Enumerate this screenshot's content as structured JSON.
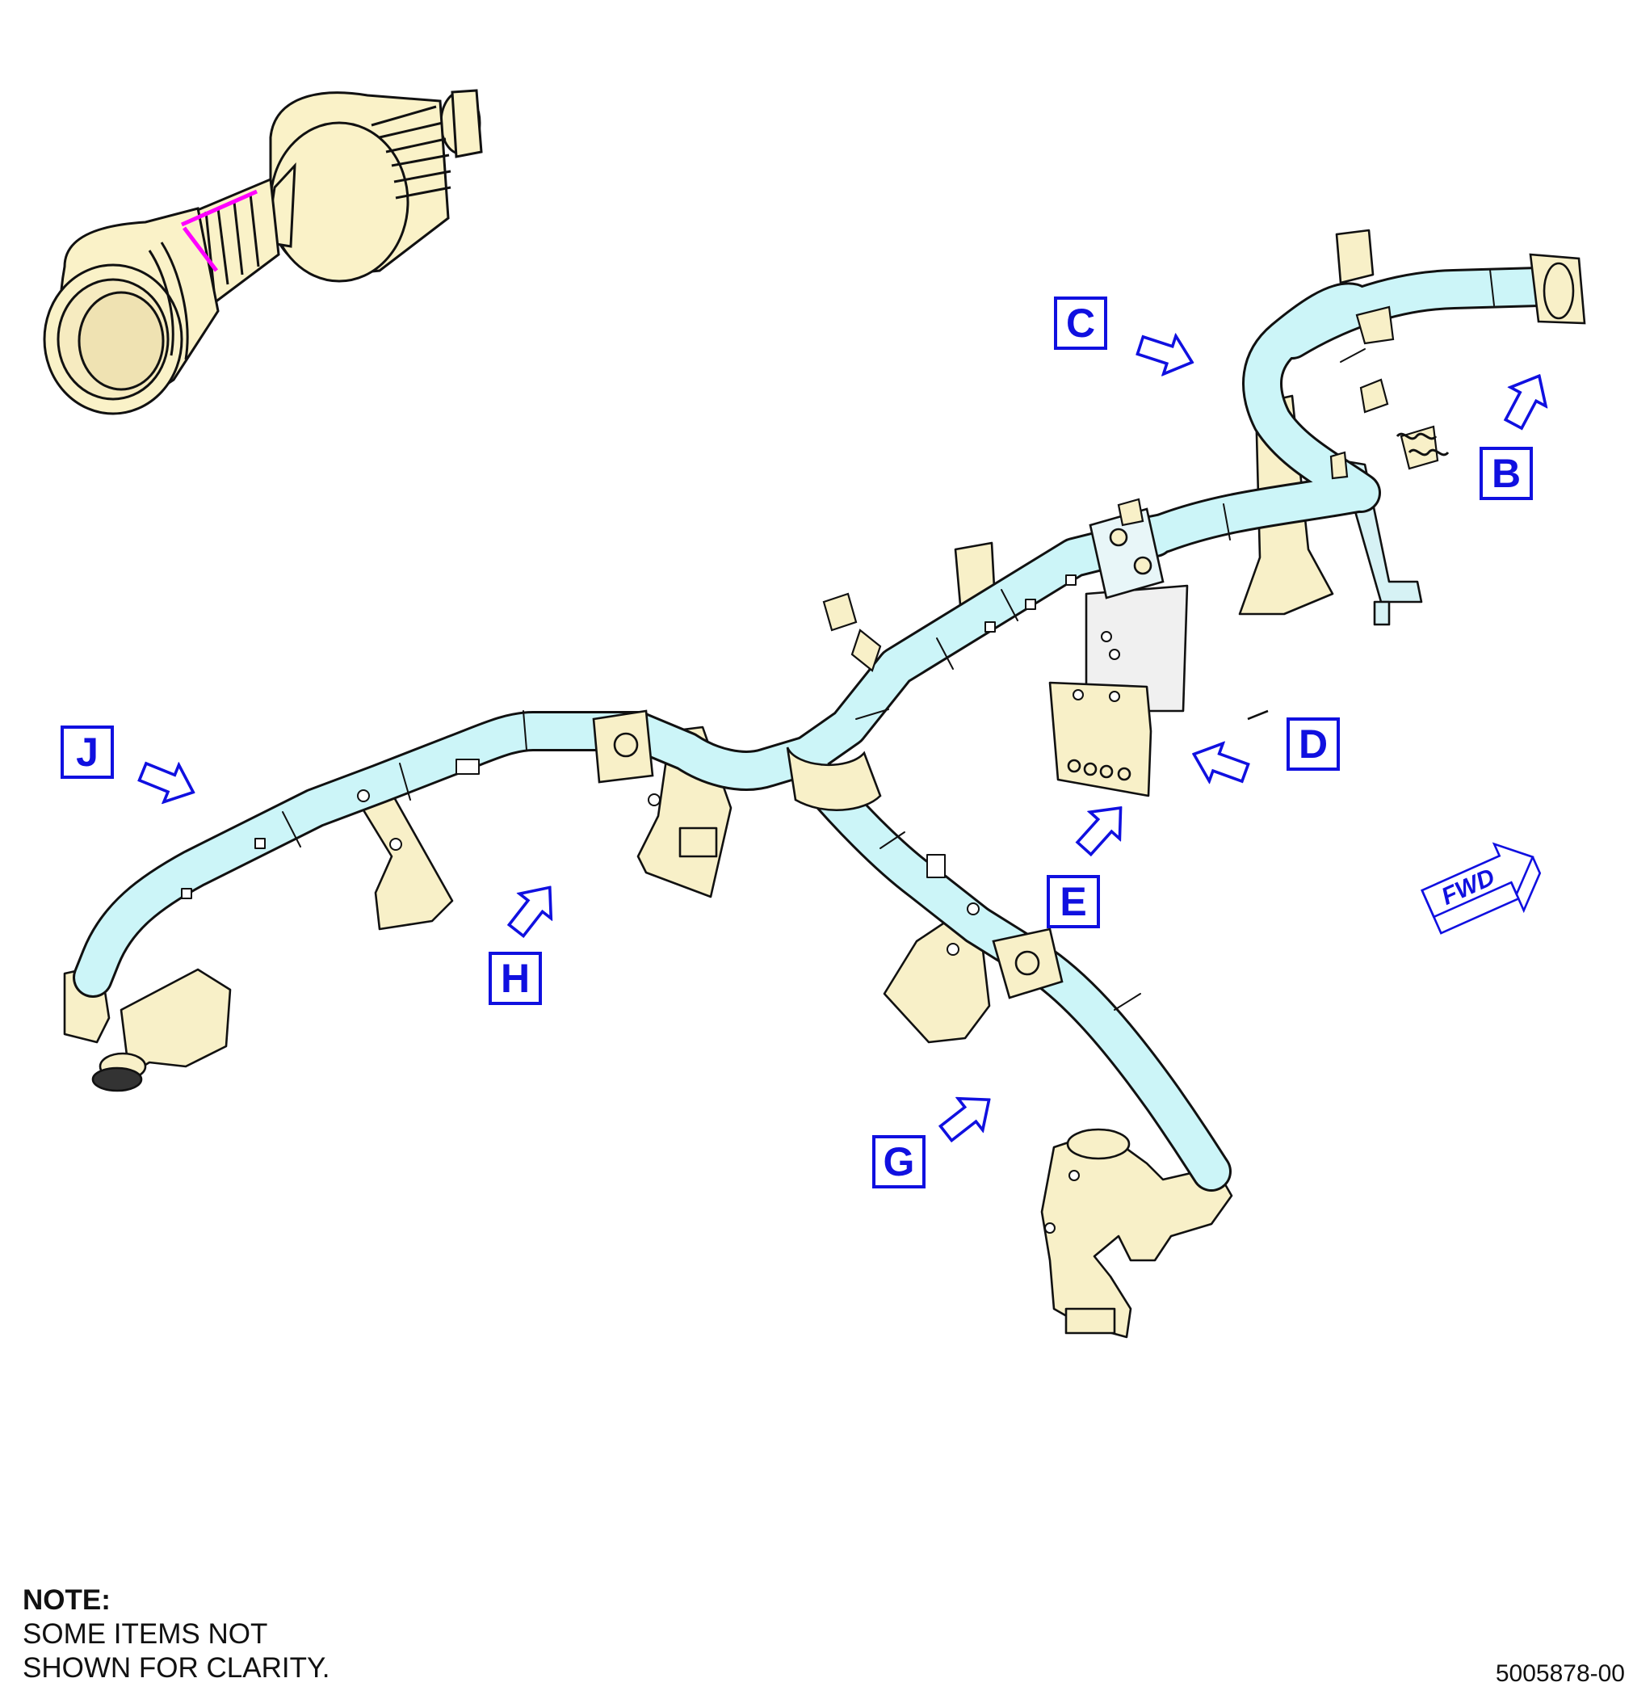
{
  "callouts": [
    {
      "label": "C"
    },
    {
      "label": "B"
    },
    {
      "label": "D"
    },
    {
      "label": "J"
    },
    {
      "label": "E"
    },
    {
      "label": "H"
    },
    {
      "label": "G"
    }
  ],
  "fwd_label": "FWD",
  "note": {
    "heading": "NOTE:",
    "line1": "SOME ITEMS NOT",
    "line2": "SHOWN FOR CLARITY."
  },
  "document_number": "5005878-00",
  "colors": {
    "duct": "#ccf5f8",
    "bracket": "#f8f0c8",
    "engine": "#faf2c8",
    "callout_blue": "#1010e0",
    "marker_magenta": "#ff00ff"
  }
}
